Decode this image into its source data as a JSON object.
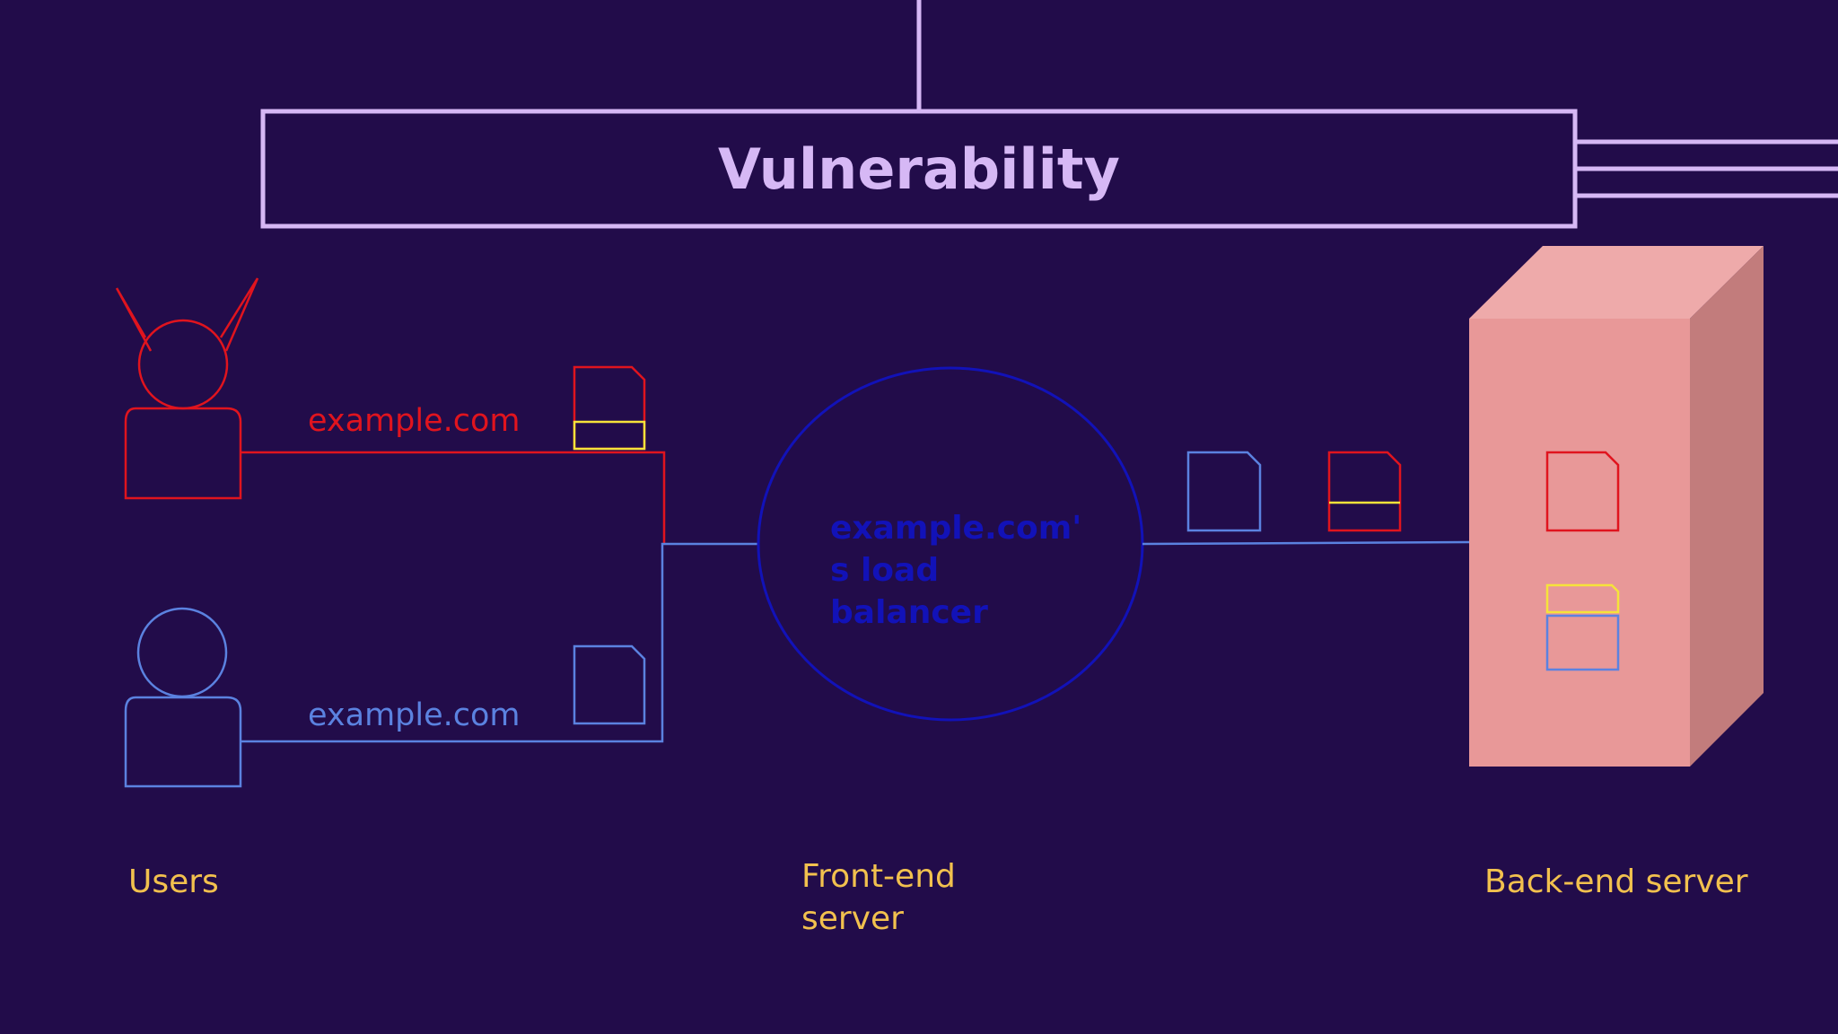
{
  "title": "Vulnerability",
  "attacker_request": {
    "url": "example.com"
  },
  "user_request": {
    "url": "example.com"
  },
  "load_balancer": {
    "lines": [
      "example.com'",
      "s load",
      "balancer"
    ]
  },
  "captions": {
    "users": "Users",
    "frontend": [
      "Front-end",
      "server"
    ],
    "backend": "Back-end server"
  },
  "colors": {
    "background": "#220c4a",
    "frame": "#d6b8f5",
    "attacker": "#e0141e",
    "user": "#5b82e0",
    "smuggled": "#f5e33a",
    "load_balancer": "#1212b8",
    "caption": "#f2c14e",
    "server_front": "#e89898"
  }
}
